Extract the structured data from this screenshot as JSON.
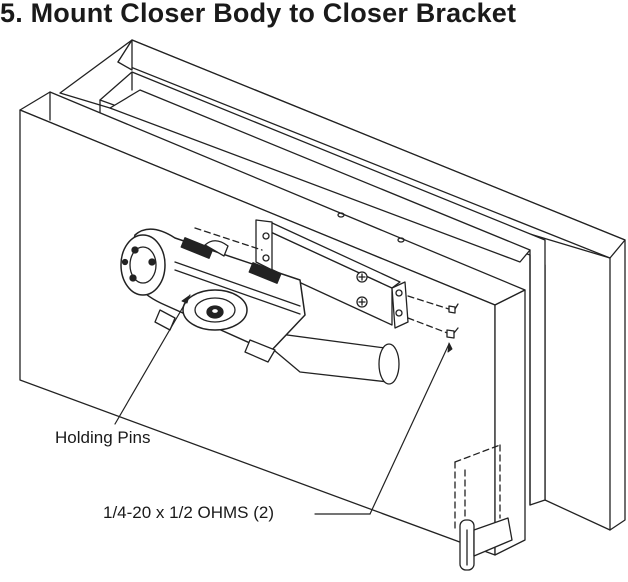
{
  "diagram": {
    "title": "5. Mount Closer Body to Closer Bracket",
    "callouts": {
      "holding_pins": "Holding Pins",
      "screws": "1/4-20 x 1/2 OHMS (2)"
    }
  }
}
